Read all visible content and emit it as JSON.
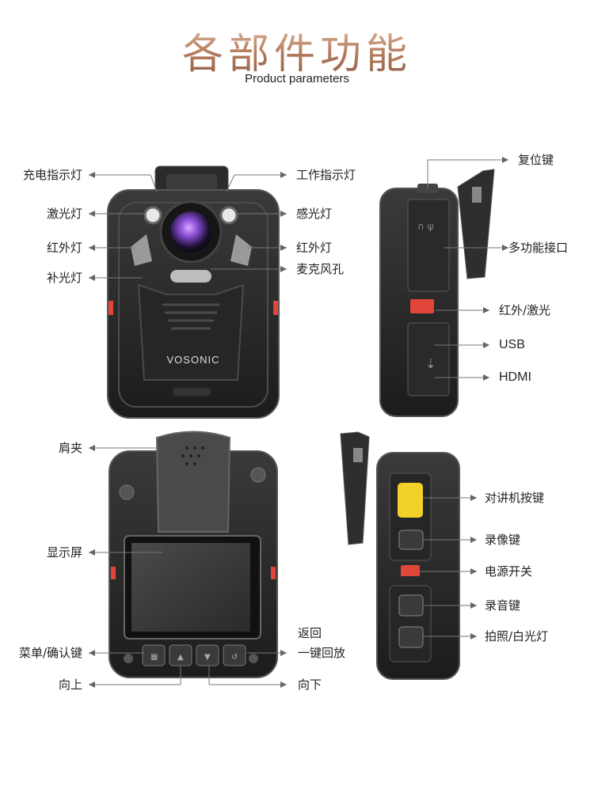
{
  "header": {
    "title": "各部件功能",
    "subtitle": "Product parameters"
  },
  "front_view": {
    "brand": "VOSONIC",
    "labels": {
      "charge_indicator": "充电指示灯",
      "laser_light": "激光灯",
      "infrared_left": "红外灯",
      "fill_light": "补光灯",
      "work_indicator": "工作指示灯",
      "light_sensor": "感光灯",
      "infrared_right": "红外灯",
      "microphone": "麦克风孔"
    }
  },
  "side_view_right": {
    "labels": {
      "reset_key": "复位键",
      "multi_port": "多功能接口",
      "ir_laser": "红外/激光",
      "usb": "USB",
      "hdmi": "HDMI"
    }
  },
  "back_view": {
    "labels": {
      "shoulder_clip": "肩夹",
      "display": "显示屏",
      "menu_confirm": "菜单/确认键",
      "up": "向上",
      "back_line1": "返回",
      "back_line2": "一键回放",
      "down": "向下"
    }
  },
  "side_view_left": {
    "labels": {
      "ptt_key": "对讲机按键",
      "record_video": "录像键",
      "power_switch": "电源开关",
      "record_audio": "录音键",
      "photo_light": "拍照/白光灯"
    }
  },
  "colors": {
    "title_gradient_top": "#e6c3a9",
    "title_gradient_bottom": "#8f5e45",
    "body_dark": "#2a2a2a",
    "accent_red": "#e0473a",
    "ptt_yellow": "#f2d12a",
    "lens_purple": "#8a4fd6"
  }
}
